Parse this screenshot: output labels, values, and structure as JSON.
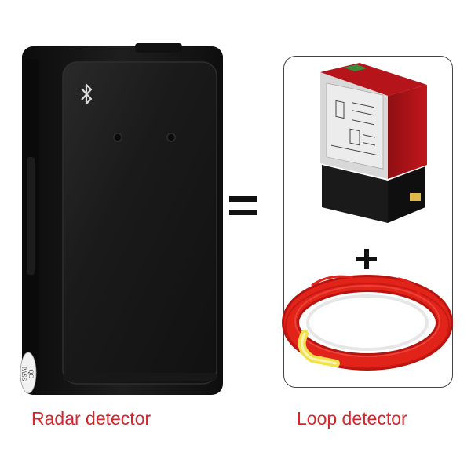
{
  "captions": {
    "left": "Radar detector",
    "right": "Loop detector"
  },
  "radar_device": {
    "qc_label_line1": "QC",
    "qc_label_line2": "PASS",
    "icon": "bluetooth-icon"
  },
  "symbols": {
    "equals": "=",
    "plus": "+"
  },
  "colors": {
    "caption_red": "#d8242b",
    "device_black": "#141414",
    "module_red": "#c3161c",
    "wire_red": "#e2231a"
  }
}
